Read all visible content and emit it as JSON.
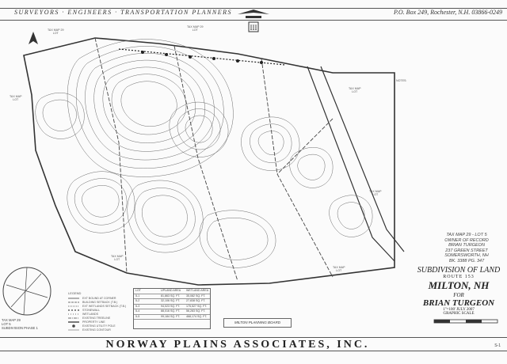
{
  "header": {
    "left_text": "SURVEYORS  ·  ENGINEERS  ·  TRANSPORTATION PLANNERS",
    "right_text": "P.O. Box 249, Rochester, N.H. 03866-0249",
    "logo_numeral": "III"
  },
  "owner": {
    "tax_map": "TAX MAP 29 - LOT 5",
    "line2": "OWNER OF RECORD",
    "name": "BRIAN TURGEON",
    "street": "237 GREEN STREET",
    "city": "SOMERSWORTH, NH",
    "deed": "BK. 3388 PG. 347"
  },
  "title_block": {
    "title": "SUBDIVISION OF LAND",
    "route": "ROUTE 153",
    "place": "MILTON, NH",
    "for": "FOR",
    "client": "BRIAN TURGEON",
    "scale_date": "1\"=100'    JULY 2007",
    "graphic_scale": "GRAPHIC SCALE"
  },
  "footer": {
    "firm": "NORWAY PLAINS ASSOCIATES, INC."
  },
  "planning_board": "MILTON PLANNING BOARD",
  "legend": {
    "title": "LEGEND",
    "items": [
      "EXT BOUND AT CORNER",
      "BUILDING SETBACK (T.B.)",
      "EXT WETLANDS SETBACK (T.B.)",
      "STONEWALL",
      "WETLANDS",
      "EXISTING TREELINE",
      "PROPERTY LINE",
      "EXISTING UTILITY POLE",
      "EXISTING CONTOUR"
    ]
  },
  "lot_table": {
    "headers": [
      "LOT",
      "UPLAND AREA",
      "WETLAND AREA"
    ],
    "rows": [
      [
        "5-1",
        "81,863 SQ. FT.",
        "35,082 SQ. FT."
      ],
      [
        "5-2",
        "32,106 SQ. FT.",
        "27,838 SQ. FT."
      ],
      [
        "5-3",
        "94,023 SQ. FT.",
        "175,527 SQ. FT."
      ],
      [
        "5-4",
        "88,016 SQ. FT.",
        "56,283 SQ. FT."
      ],
      [
        "5-5",
        "99,184 SQ. FT.",
        "468,174 SQ. FT."
      ]
    ]
  },
  "side_note": [
    "TAX MAP 29",
    "LOT 5",
    "SUBDIVISION PHASE 1"
  ],
  "sheet_number": "S-1",
  "colors": {
    "line": "#3a3a3a",
    "contour": "#6a6a6a",
    "text": "#222222",
    "paper": "#fbfbfb"
  }
}
